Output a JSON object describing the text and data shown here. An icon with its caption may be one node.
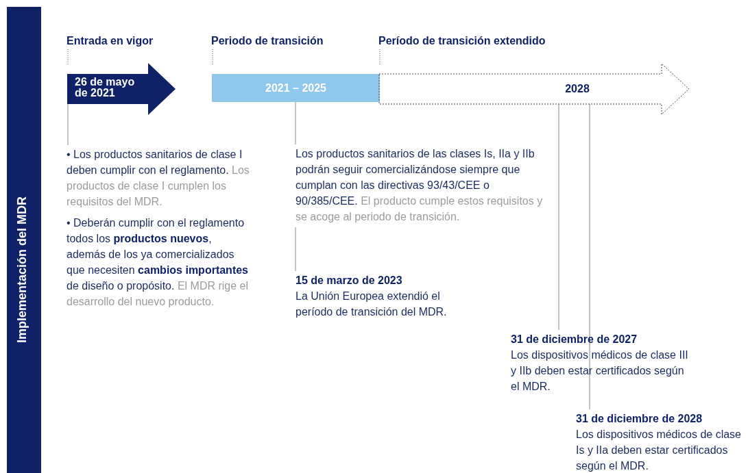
{
  "diagram": {
    "nodes": [
      {
        "text": [
          "Implementación del MDR"
        ]
      },
      {
        "text": [
          "Entrada en vigor",
          "26 de mayo de 2021"
        ]
      },
      {
        "text": [
          "Periodo de transición",
          "2021 – 2025"
        ]
      },
      {
        "text": [
          "Período de transición extendido",
          "2028"
        ]
      },
      {
        "text": [
          "• Los productos sanitarios de clase I deben cumplir con el reglamento.",
          "Los productos de clase I cumplen los requisitos del MDR.",
          "• Deberán cumplir con el reglamento todos los **productos nuevos**, además de los ya comercializados que necesiten **cambios importantes** de diseño o propósito.",
          "El MDR rige el desarrollo del nuevo producto."
        ]
      },
      {
        "text": [
          "Los productos sanitarios de las clases Is, IIa y IIb podrán seguir comercializándose siempre que cumplan con las directivas 93/43/CEE o 90/385/CEE.",
          "El producto cumple estos requisitos y se acoge al periodo de transición."
        ]
      },
      {
        "text": [
          "15 de marzo de 2023",
          "La Unión Europea extendió el período de transición del MDR."
        ]
      },
      {
        "text": [
          "31 de diciembre de 2027",
          "Los dispositivos médicos de clase III y IIb deben estar certificados según el MDR."
        ]
      },
      {
        "text": [
          "31 de diciembre de 2028",
          "Los dispositivos médicos de clase Is y IIa deben estar certificados según el MDR."
        ]
      }
    ],
    "edges": [
      {
        "from": 1,
        "to": 4,
        "arrow": "none"
      },
      {
        "from": 2,
        "to": 5,
        "arrow": "none"
      },
      {
        "from": 5,
        "to": 6,
        "arrow": "none"
      },
      {
        "from": 3,
        "to": 7,
        "arrow": "none"
      },
      {
        "from": 3,
        "to": 8,
        "arrow": "none"
      }
    ]
  }
}
